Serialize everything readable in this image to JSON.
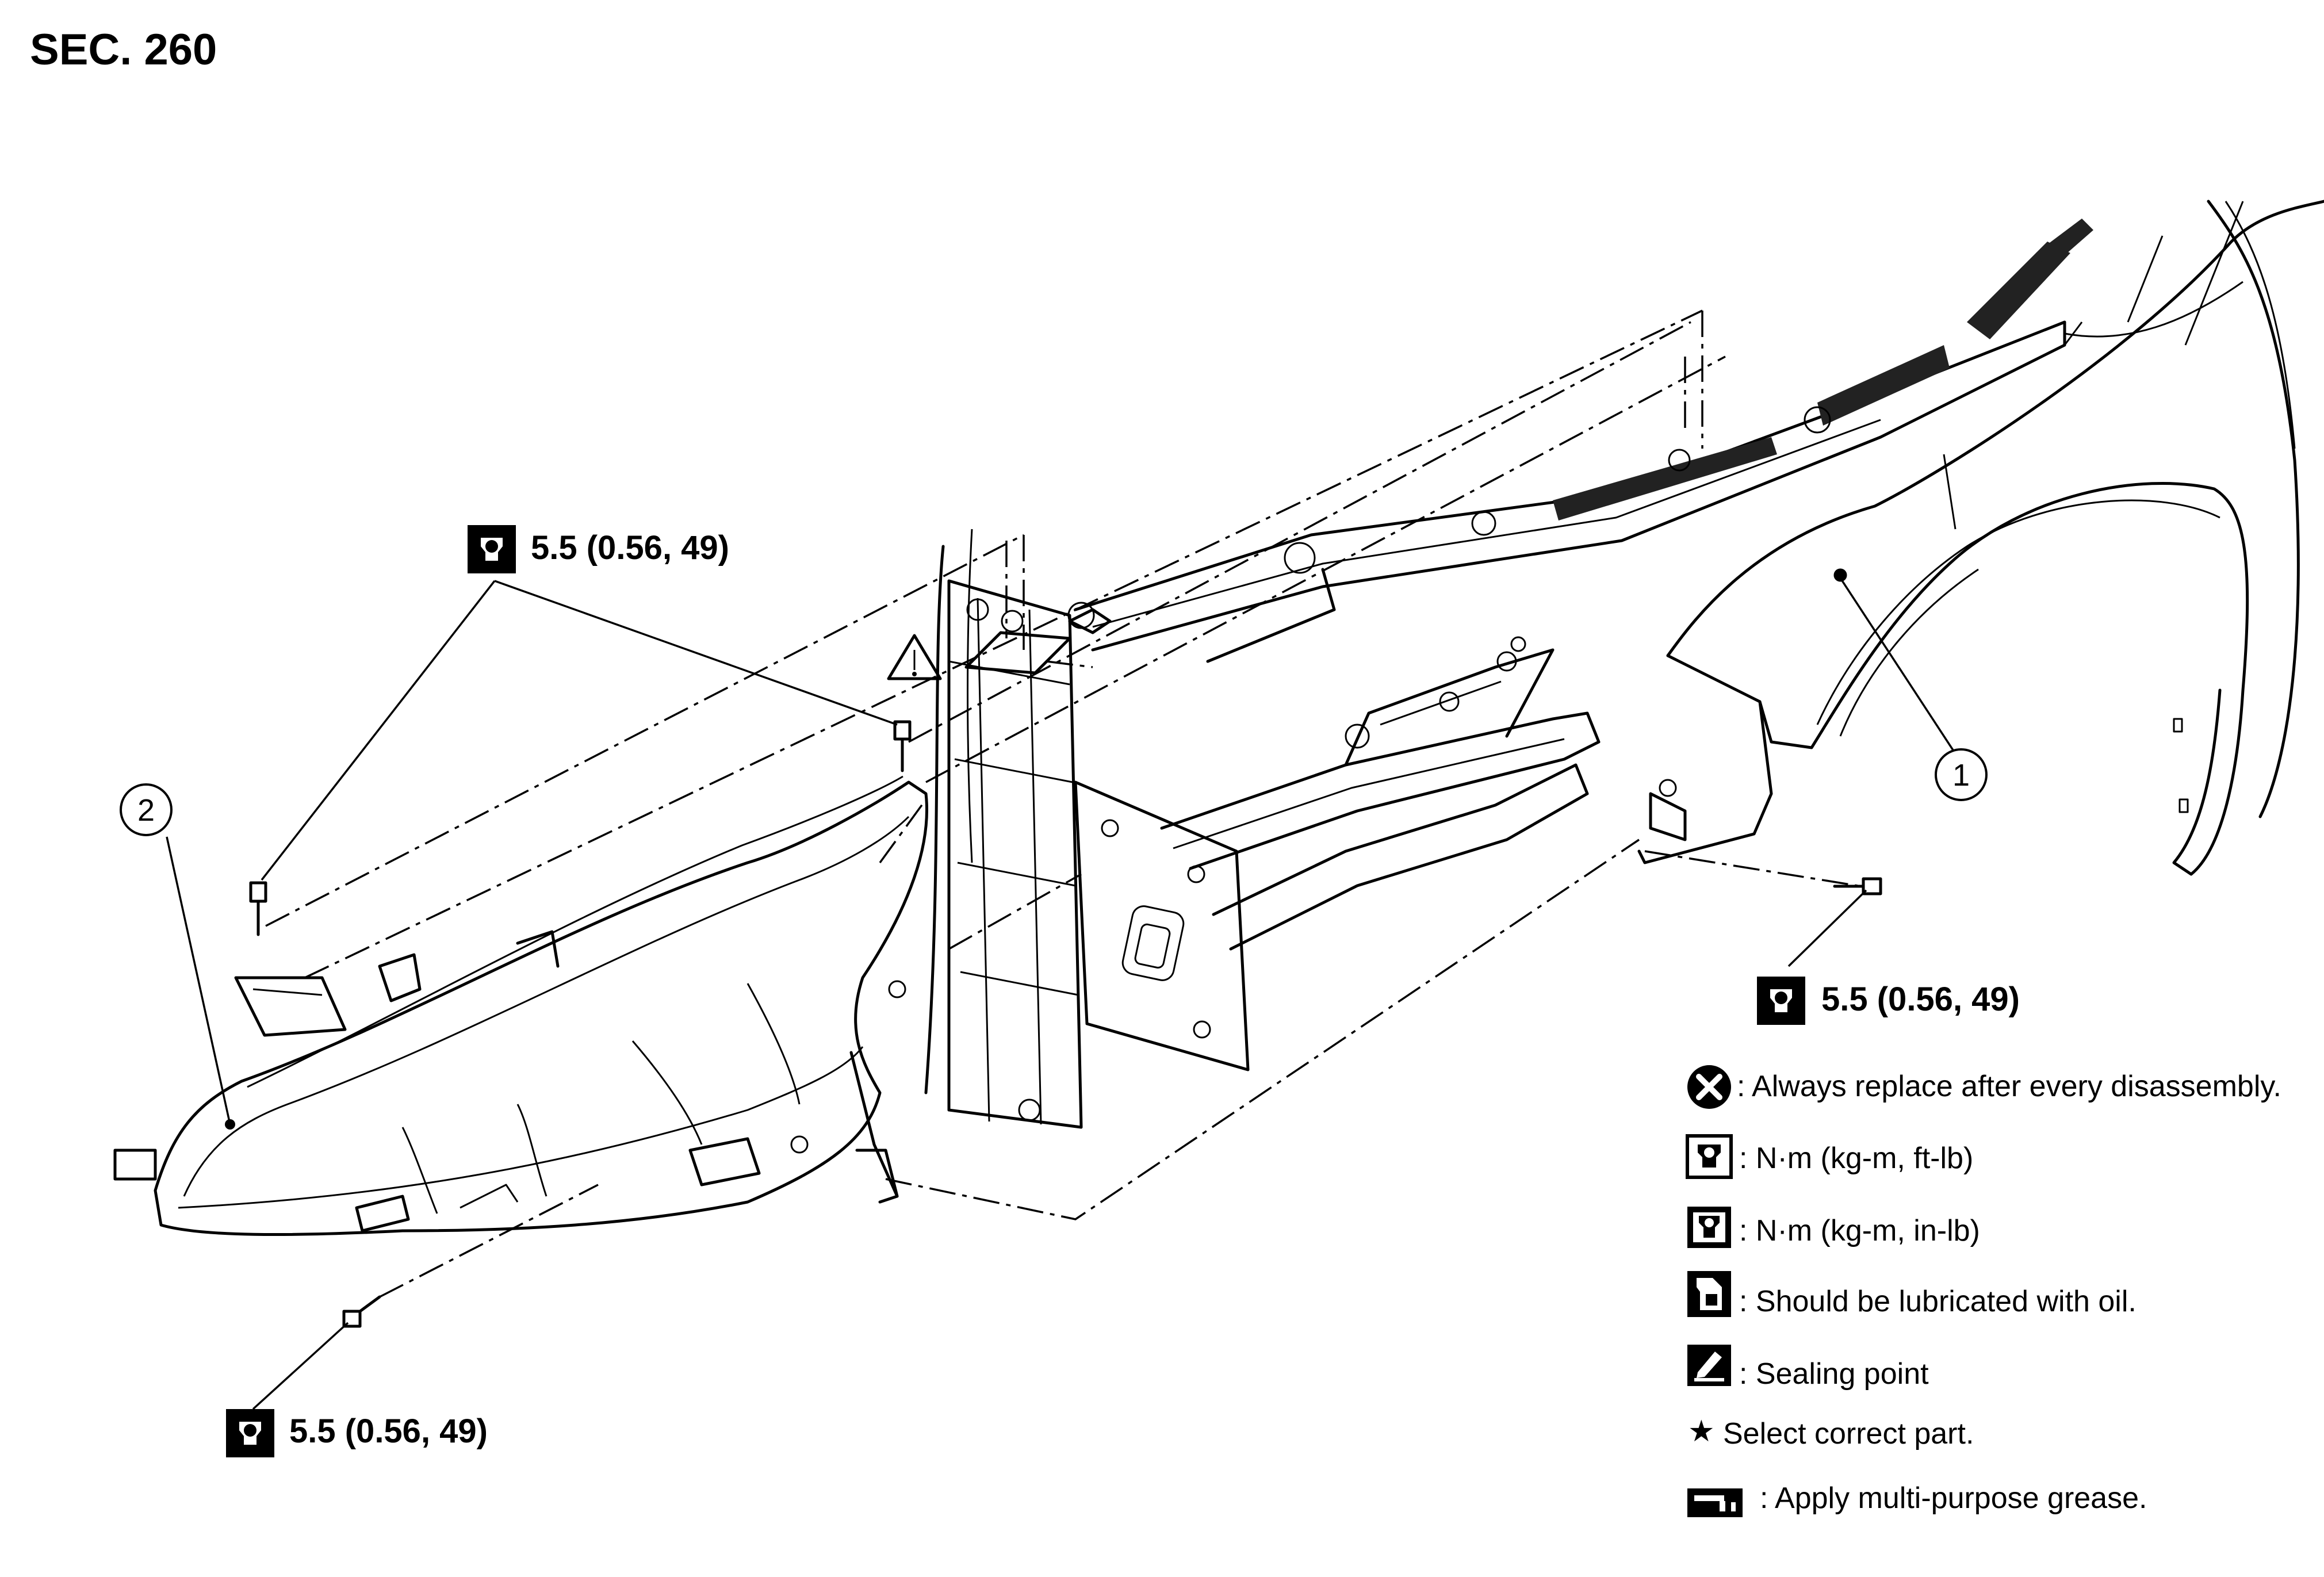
{
  "section_label": "SEC. 260",
  "torque_specs": {
    "top": "5.5 (0.56, 49)",
    "right": "5.5 (0.56, 49)",
    "bottom": "5.5 (0.56, 49)"
  },
  "callouts": {
    "fender": "1",
    "headlamp": "2"
  },
  "legend": [
    {
      "icon": "x-circle-icon",
      "text": ": Always replace after every disassembly."
    },
    {
      "icon": "torque-wrench-ftlb-icon",
      "text": ": N·m (kg-m, ft-lb)"
    },
    {
      "icon": "torque-wrench-inlb-icon",
      "text": ": N·m (kg-m, in-lb)"
    },
    {
      "icon": "oil-can-icon",
      "text": ": Should be lubricated with oil."
    },
    {
      "icon": "sealing-point-icon",
      "text": ": Sealing point"
    },
    {
      "icon": "star-icon",
      "text": "Select correct part."
    },
    {
      "icon": "grease-icon",
      "text": ": Apply multi-purpose grease."
    }
  ],
  "star_symbol": "★",
  "colors": {
    "ink": "#000000",
    "paper": "#ffffff"
  }
}
